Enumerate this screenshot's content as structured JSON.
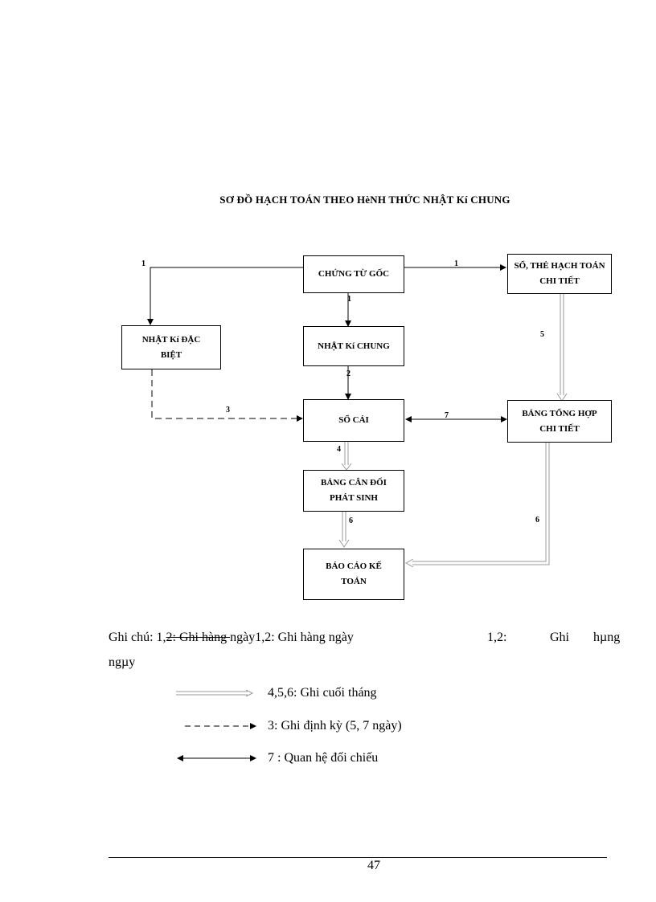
{
  "title": "SƠ ĐỒ HẠCH TOÁN THEO HèNH THỨC NHẬT Kí CHUNG",
  "boxes": {
    "chung_tu_goc": "CHỨNG TỪ GỐC",
    "so_the_line1": "SỔ, THẺ HẠCH TOÁN",
    "so_the_line2": "CHI TIẾT",
    "nhat_ki_dac_biet_line1": "NHẬT Kí ĐẶC",
    "nhat_ki_dac_biet_line2": "BIỆT",
    "nhat_ki_chung": "NHẬT Kí CHUNG",
    "so_cai": "SỔ CÁI",
    "bang_tong_hop_line1": "BẢNG TỔNG HỢP",
    "bang_tong_hop_line2": "CHI TIẾT",
    "bang_can_doi_line1": "BẢNG CÂN ĐỐI",
    "bang_can_doi_line2": "PHÁT SINH",
    "bao_cao_line1": "BÁO CÁO KẾ",
    "bao_cao_line2": "TOÁN"
  },
  "arrow_labels": {
    "a1_left": "1",
    "a1_right": "1",
    "a1_down": "1",
    "a2": "2",
    "a3": "3",
    "a4": "4",
    "a5": "5",
    "a6_center": "6",
    "a6_right": "6",
    "a7": "7"
  },
  "legend": {
    "line1_prefix": "Ghi chú: 1,",
    "line1_strike": "2: Ghi hàng ",
    "line1_mid": "ngày1,2: Ghi hàng ngày",
    "line1_right_a": "1,2:",
    "line1_right_b": "Ghi",
    "line1_right_c": "hµng",
    "line2": "ngµy",
    "double": "4,5,6: Ghi cuối tháng",
    "dashed": "3: Ghi định kỳ (5, 7 ngày)",
    "both": "7 : Quan hệ đối chiếu"
  },
  "page_number": "47"
}
